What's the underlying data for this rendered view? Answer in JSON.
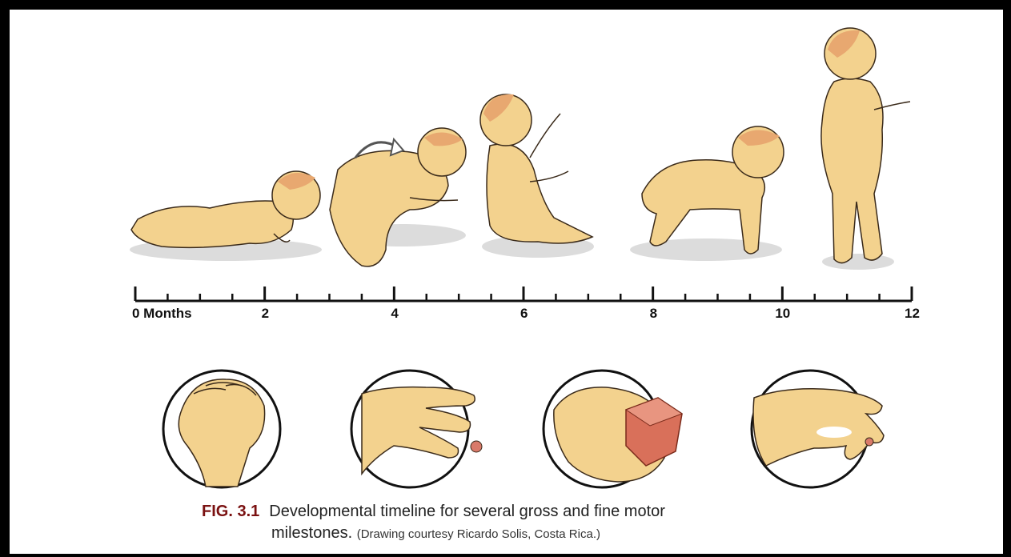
{
  "timeline": {
    "ticks": [
      {
        "value": 0,
        "label": "0 Months"
      },
      {
        "value": 2,
        "label": "2"
      },
      {
        "value": 4,
        "label": "4"
      },
      {
        "value": 6,
        "label": "6"
      },
      {
        "value": 8,
        "label": "8"
      },
      {
        "value": 10,
        "label": "10"
      },
      {
        "value": 12,
        "label": "12"
      }
    ],
    "max": 12
  },
  "gross_motor": [
    {
      "name": "infant-lying-prone-icon"
    },
    {
      "name": "infant-rolling-over-icon"
    },
    {
      "name": "infant-sitting-icon"
    },
    {
      "name": "infant-crawling-icon"
    },
    {
      "name": "infant-standing-icon"
    }
  ],
  "fine_motor": [
    {
      "name": "fisted-hand-icon"
    },
    {
      "name": "raking-grasp-icon"
    },
    {
      "name": "palmar-cube-grasp-icon"
    },
    {
      "name": "pincer-grasp-icon"
    }
  ],
  "caption": {
    "fig_label": "FIG. 3.1",
    "text_line1": "Developmental timeline for several gross and fine motor",
    "text_line2": "milestones.",
    "credit": "(Drawing courtesy Ricardo Solis, Costa Rica.)"
  },
  "colors": {
    "skin": "#f3d28e",
    "skin_outline": "#3a2a1a",
    "hair": "#e8a870",
    "shadow": "#d9d9d9",
    "block": "#d9705a",
    "bead": "#d97a6a",
    "fig_label": "#7a1111"
  }
}
